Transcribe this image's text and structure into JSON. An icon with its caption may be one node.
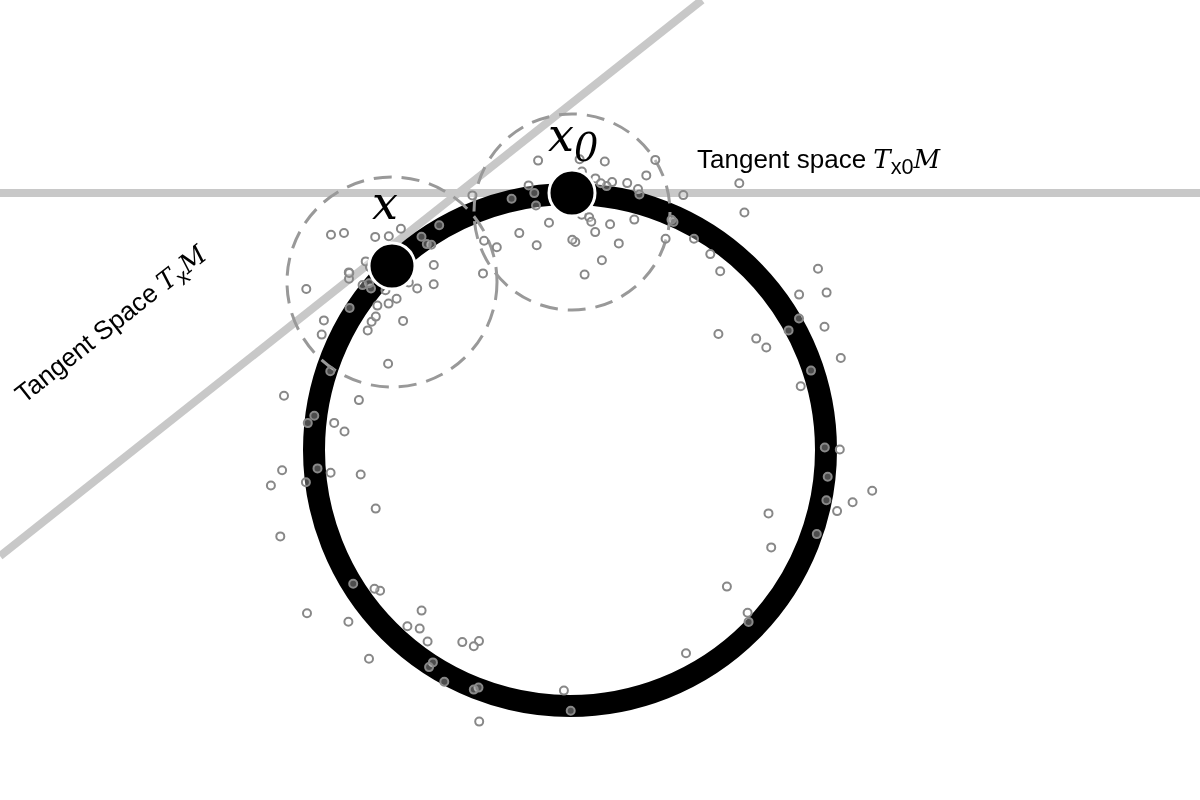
{
  "diagram": {
    "labels": [
      "x$_{0}$",
      "Tangent space *T*$_{x0}$*M*",
      "x",
      "Tangent Space *T*$_{x}$*M*"
    ]
  }
}
